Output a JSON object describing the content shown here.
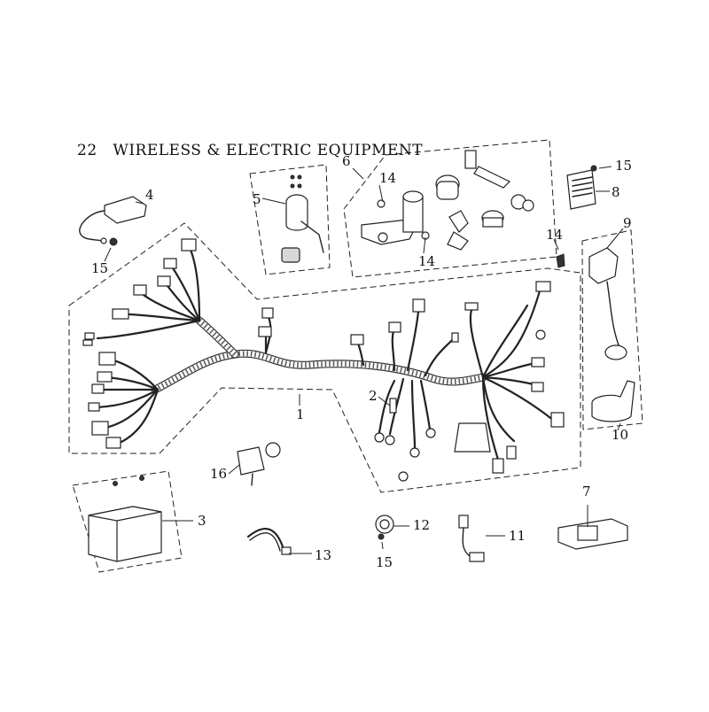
{
  "diagram": {
    "title": "22   WIRELESS & ELECTRIC EQUIPMENT",
    "callouts": [
      {
        "id": "1",
        "label": "1"
      },
      {
        "id": "2",
        "label": "2"
      },
      {
        "id": "3",
        "label": "3"
      },
      {
        "id": "4",
        "label": "4"
      },
      {
        "id": "5",
        "label": "5"
      },
      {
        "id": "6",
        "label": "6"
      },
      {
        "id": "7",
        "label": "7"
      },
      {
        "id": "8",
        "label": "8"
      },
      {
        "id": "9",
        "label": "9"
      },
      {
        "id": "10",
        "label": "10"
      },
      {
        "id": "11",
        "label": "11"
      },
      {
        "id": "12",
        "label": "12"
      },
      {
        "id": "13",
        "label": "13"
      },
      {
        "id": "14a",
        "label": "14"
      },
      {
        "id": "14b",
        "label": "14"
      },
      {
        "id": "14c",
        "label": "14"
      },
      {
        "id": "15a",
        "label": "15"
      },
      {
        "id": "15b",
        "label": "15"
      },
      {
        "id": "15c",
        "label": "15"
      },
      {
        "id": "16",
        "label": "16"
      }
    ]
  }
}
